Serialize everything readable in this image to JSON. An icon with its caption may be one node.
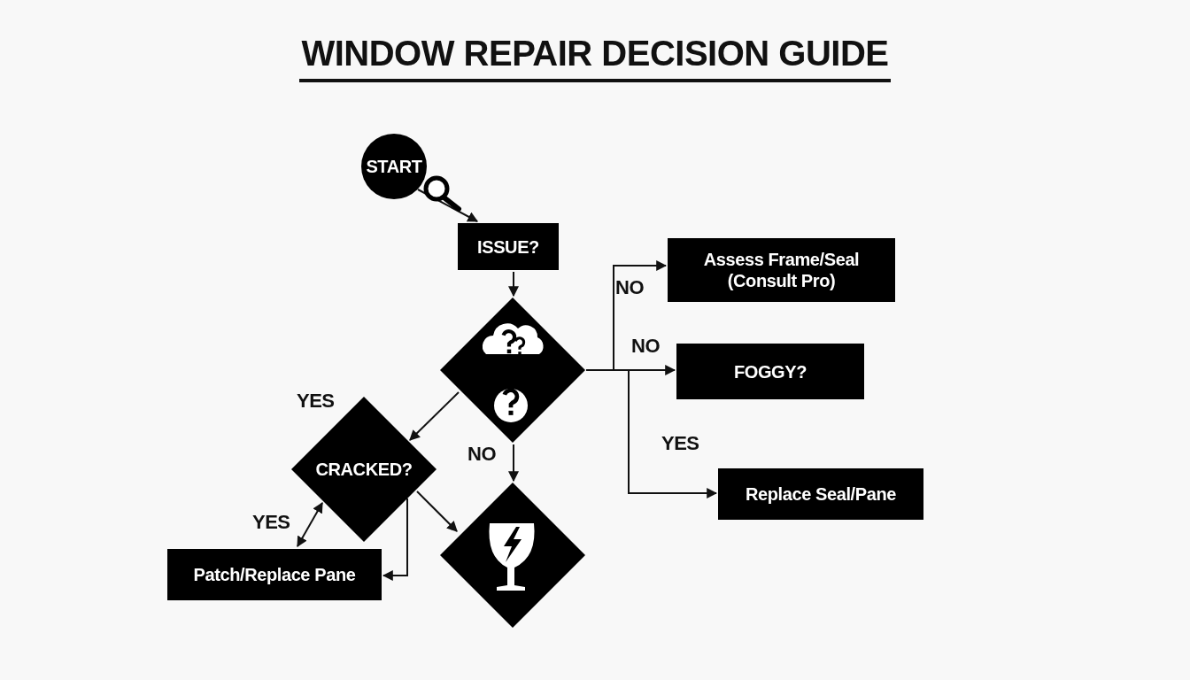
{
  "diagram": {
    "title": "WINDOW REPAIR DECISION GUIDE",
    "nodes": [
      {
        "text": [
          "START"
        ]
      },
      {
        "text": [
          "ISSUE?"
        ]
      },
      {
        "text": [],
        "shape": "diamond"
      },
      {
        "text": [
          "CRACKED?"
        ]
      },
      {
        "text": [],
        "shape": "diamond"
      },
      {
        "text": [
          "Patch/Replace Pane"
        ]
      },
      {
        "text": [
          "Assess Frame/Seal (Consult Pro)"
        ]
      },
      {
        "text": [
          "FOGGY?"
        ]
      },
      {
        "text": [
          "Replace Seal/Pane"
        ]
      }
    ],
    "edges": [
      {
        "from": 0,
        "to": 1,
        "arrow": "to"
      },
      {
        "from": 1,
        "to": 2,
        "arrow": "to"
      },
      {
        "from": 2,
        "to": 3,
        "arrow": "to",
        "label": "YES"
      },
      {
        "from": 2,
        "to": 4,
        "arrow": "to",
        "label": "NO"
      },
      {
        "from": 3,
        "to": 4,
        "arrow": "to"
      },
      {
        "from": 3,
        "to": 5,
        "arrow": "both",
        "label": "YES"
      },
      {
        "from": 3,
        "to": 5,
        "arrow": "to"
      },
      {
        "from": 2,
        "to": 6,
        "arrow": "to",
        "label": "NO"
      },
      {
        "from": 2,
        "to": 7,
        "arrow": "to",
        "label": "NO"
      },
      {
        "from": 2,
        "to": 8,
        "arrow": "to",
        "label": "YES"
      }
    ]
  }
}
